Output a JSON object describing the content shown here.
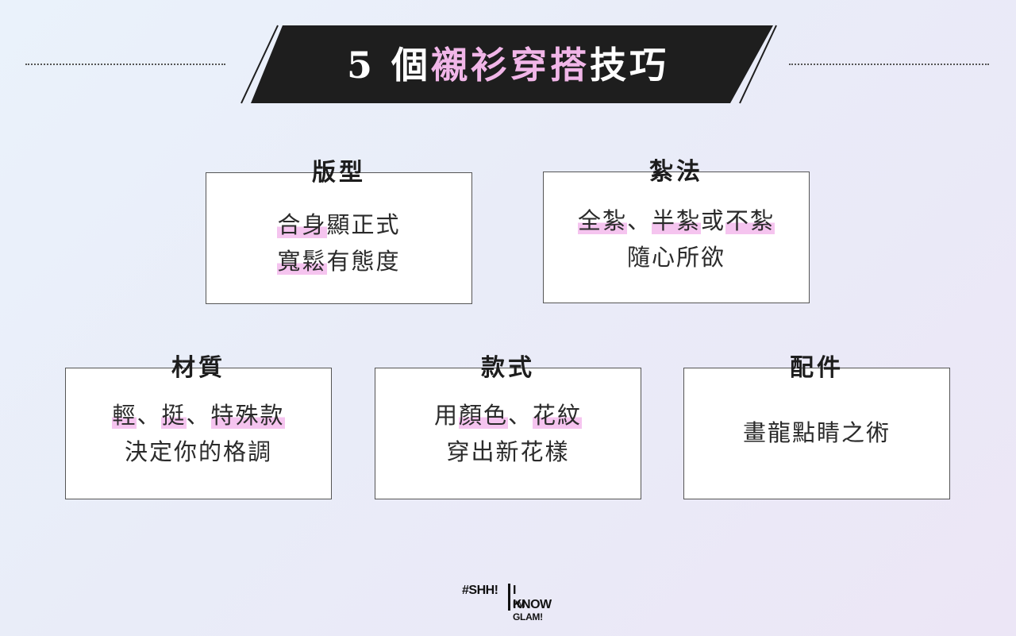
{
  "header": {
    "title_prefix": "5 個",
    "title_highlight": "襯衫穿搭",
    "title_suffix": "技巧"
  },
  "cards": [
    {
      "title": "版型",
      "lines": [
        [
          {
            "t": "合身",
            "h": true
          },
          {
            "t": "顯正式",
            "h": false
          }
        ],
        [
          {
            "t": "寬鬆",
            "h": true
          },
          {
            "t": "有態度",
            "h": false
          }
        ]
      ]
    },
    {
      "title": "紮法",
      "lines": [
        [
          {
            "t": "全紮",
            "h": true
          },
          {
            "t": "、",
            "h": false
          },
          {
            "t": "半紮",
            "h": true
          },
          {
            "t": "或",
            "h": false
          },
          {
            "t": "不紮",
            "h": true
          }
        ],
        [
          {
            "t": "隨心所欲",
            "h": false
          }
        ]
      ]
    },
    {
      "title": "材質",
      "lines": [
        [
          {
            "t": "輕",
            "h": true
          },
          {
            "t": "、",
            "h": false
          },
          {
            "t": "挺",
            "h": true
          },
          {
            "t": "、",
            "h": false
          },
          {
            "t": "特殊款",
            "h": true
          }
        ],
        [
          {
            "t": "決定你的格調",
            "h": false
          }
        ]
      ]
    },
    {
      "title": "款式",
      "lines": [
        [
          {
            "t": "用",
            "h": false
          },
          {
            "t": "顏色",
            "h": true
          },
          {
            "t": "、",
            "h": false
          },
          {
            "t": "花紋",
            "h": true
          }
        ],
        [
          {
            "t": "穿出新花樣",
            "h": false
          }
        ]
      ]
    },
    {
      "title": "配件",
      "lines": [
        [
          {
            "t": "畫龍點睛之術",
            "h": false
          }
        ]
      ]
    }
  ],
  "logo": {
    "line1": "#SHH!",
    "line2": "I KNOW",
    "line3": "I'M GLAM!"
  },
  "colors": {
    "banner_bg": "#1e1e1e",
    "title_highlight": "#f1b6e8",
    "text_highlight": "#f5c4ef"
  }
}
